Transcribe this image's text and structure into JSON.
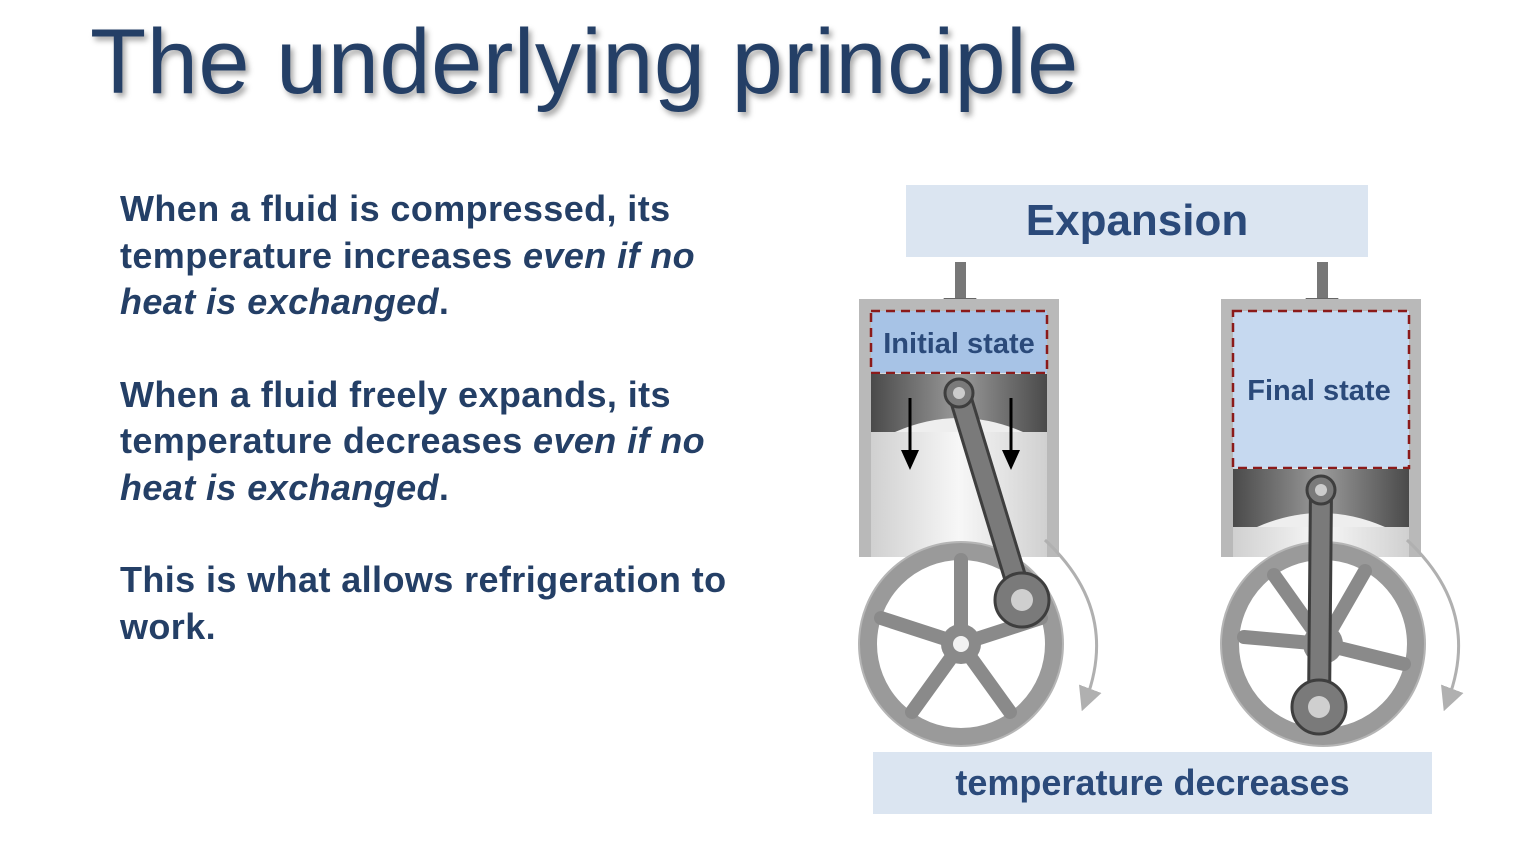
{
  "slide": {
    "title": "The underlying principle"
  },
  "paragraphs": [
    {
      "lead": "When a fluid is compressed, its temperature increases ",
      "emphasis": "even if no heat is exchanged",
      "tail": "."
    },
    {
      "lead": "When a fluid freely expands, its temperature decreases ",
      "emphasis": "even if no heat is exchanged",
      "tail": "."
    },
    {
      "lead": "This is what allows refrigeration to work.",
      "emphasis": "",
      "tail": ""
    }
  ],
  "diagram": {
    "header": "Expansion",
    "initial_label": "Initial state",
    "final_label": "Final state",
    "footer": "temperature decreases"
  },
  "colors": {
    "title": "#243f66",
    "text": "#243f66",
    "label_box": "#dbe5f1",
    "gas": "#c6d9f0",
    "boundary": "#8b1a1a"
  }
}
